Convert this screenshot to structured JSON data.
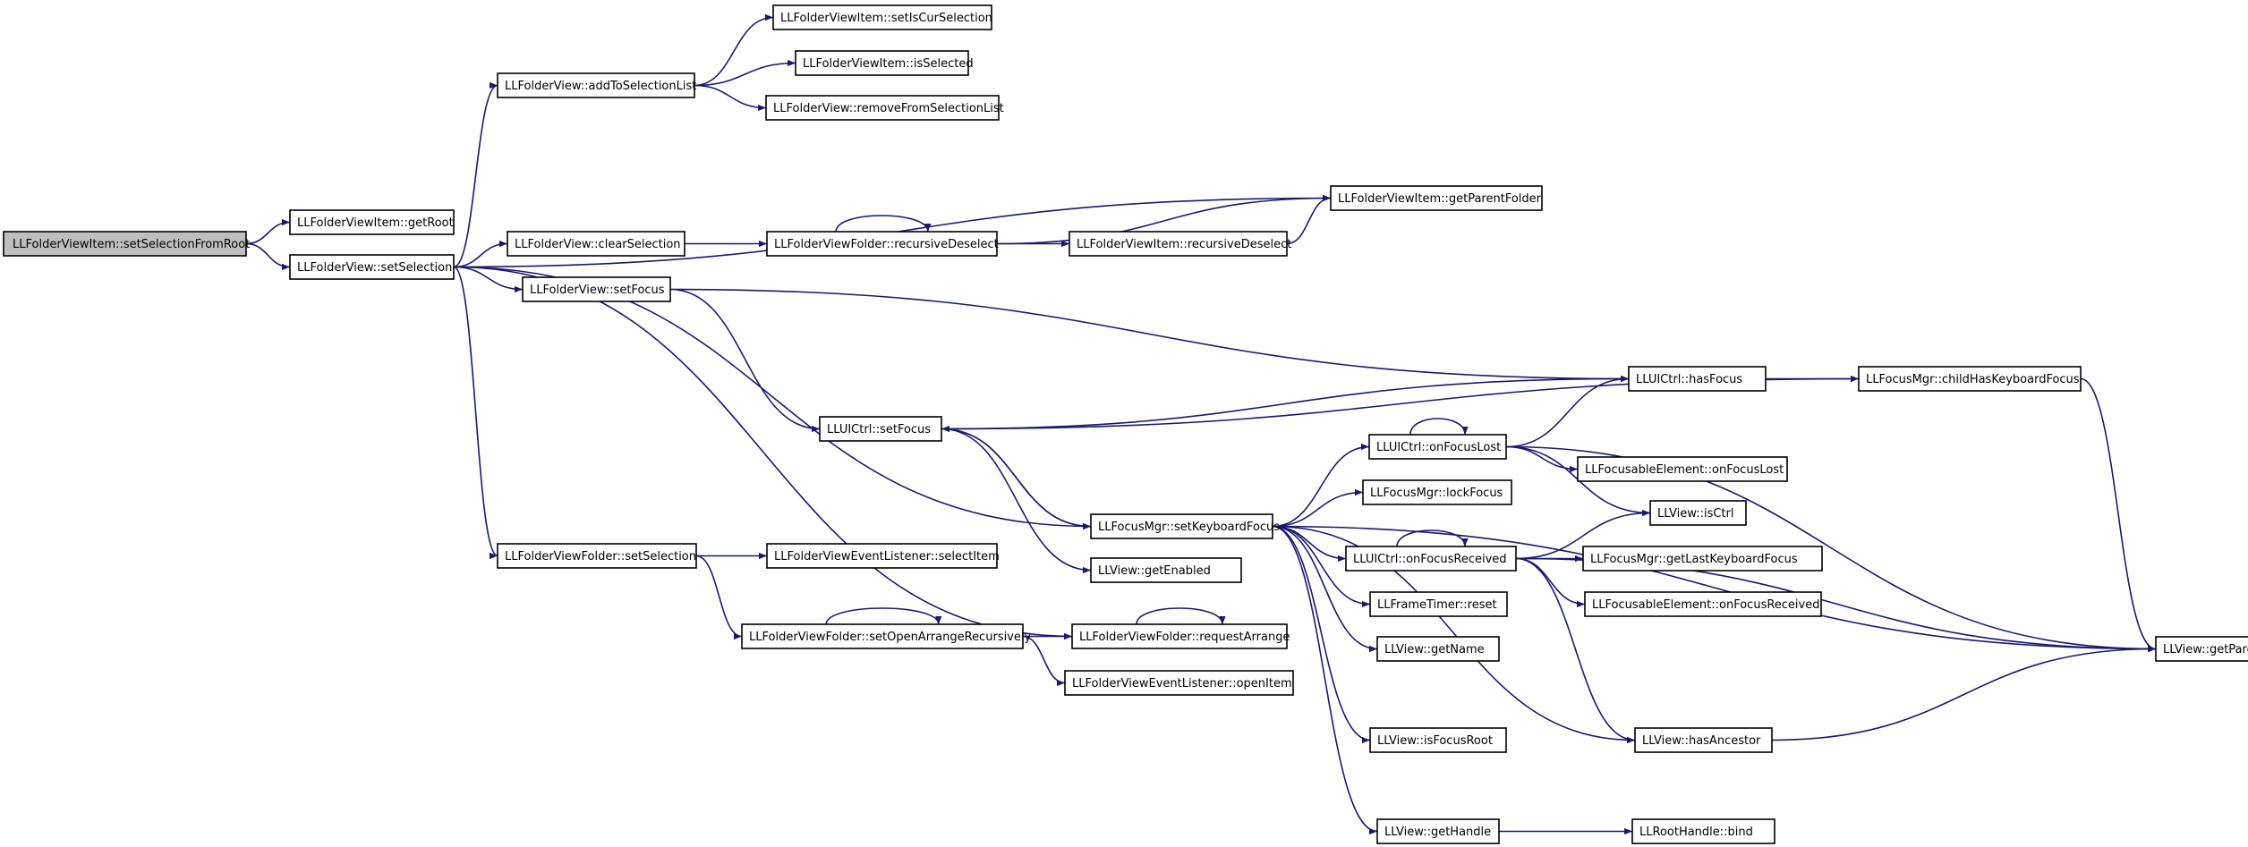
{
  "graph": {
    "nodes": [
      {
        "id": "n0",
        "label": "LLFolderViewItem::setSelectionFromRoot",
        "root": true
      },
      {
        "id": "n1",
        "label": "LLFolderViewItem::getRoot"
      },
      {
        "id": "n2",
        "label": "LLFolderView::setSelection"
      },
      {
        "id": "n3",
        "label": "LLFolderView::addToSelectionList"
      },
      {
        "id": "n4",
        "label": "LLFolderViewItem::setIsCurSelection"
      },
      {
        "id": "n5",
        "label": "LLFolderViewItem::isSelected"
      },
      {
        "id": "n6",
        "label": "LLFolderView::removeFromSelectionList"
      },
      {
        "id": "n7",
        "label": "LLFolderViewItem::getParentFolder"
      },
      {
        "id": "n8",
        "label": "LLFolderView::clearSelection"
      },
      {
        "id": "n9",
        "label": "LLFolderViewFolder::recursiveDeselect"
      },
      {
        "id": "n10",
        "label": "LLFolderViewItem::recursiveDeselect"
      },
      {
        "id": "n11",
        "label": "LLFolderView::setFocus"
      },
      {
        "id": "n12",
        "label": "LLUICtrl::hasFocus"
      },
      {
        "id": "n13",
        "label": "LLFocusMgr::childHasKeyboardFocus"
      },
      {
        "id": "n14",
        "label": "LLUICtrl::setFocus"
      },
      {
        "id": "n15",
        "label": "LLUICtrl::onFocusLost"
      },
      {
        "id": "n16",
        "label": "LLFocusableElement::onFocusLost"
      },
      {
        "id": "n17",
        "label": "LLFocusMgr::setKeyboardFocus"
      },
      {
        "id": "n18",
        "label": "LLFocusMgr::lockFocus"
      },
      {
        "id": "n19",
        "label": "LLView::isCtrl"
      },
      {
        "id": "n20",
        "label": "LLFolderViewFolder::setSelection"
      },
      {
        "id": "n21",
        "label": "LLFolderViewEventListener::selectItem"
      },
      {
        "id": "n22",
        "label": "LLView::getEnabled"
      },
      {
        "id": "n23",
        "label": "LLUICtrl::onFocusReceived"
      },
      {
        "id": "n24",
        "label": "LLFocusMgr::getLastKeyboardFocus"
      },
      {
        "id": "n25",
        "label": "LLFrameTimer::reset"
      },
      {
        "id": "n26",
        "label": "LLFocusableElement::onFocusReceived"
      },
      {
        "id": "n27",
        "label": "LLFolderViewFolder::setOpenArrangeRecursively"
      },
      {
        "id": "n28",
        "label": "LLFolderViewFolder::requestArrange"
      },
      {
        "id": "n29",
        "label": "LLView::getName"
      },
      {
        "id": "n30",
        "label": "LLView::getParent"
      },
      {
        "id": "n31",
        "label": "LLFolderViewEventListener::openItem"
      },
      {
        "id": "n32",
        "label": "LLView::isFocusRoot"
      },
      {
        "id": "n33",
        "label": "LLView::hasAncestor"
      },
      {
        "id": "n34",
        "label": "LLView::getHandle"
      },
      {
        "id": "n35",
        "label": "LLRootHandle::bind"
      }
    ],
    "edges": [
      [
        "n0",
        "n1"
      ],
      [
        "n0",
        "n2"
      ],
      [
        "n2",
        "n3"
      ],
      [
        "n2",
        "n7"
      ],
      [
        "n2",
        "n8"
      ],
      [
        "n2",
        "n11"
      ],
      [
        "n2",
        "n20"
      ],
      [
        "n2",
        "n28"
      ],
      [
        "n2",
        "n17"
      ],
      [
        "n3",
        "n4"
      ],
      [
        "n3",
        "n5"
      ],
      [
        "n3",
        "n6"
      ],
      [
        "n8",
        "n9"
      ],
      [
        "n9",
        "n9"
      ],
      [
        "n9",
        "n7"
      ],
      [
        "n9",
        "n10"
      ],
      [
        "n10",
        "n7"
      ],
      [
        "n11",
        "n12"
      ],
      [
        "n11",
        "n14"
      ],
      [
        "n14",
        "n12"
      ],
      [
        "n14",
        "n13"
      ],
      [
        "n14",
        "n17"
      ],
      [
        "n14",
        "n22"
      ],
      [
        "n12",
        "n13"
      ],
      [
        "n13",
        "n30"
      ],
      [
        "n17",
        "n14"
      ],
      [
        "n17",
        "n15"
      ],
      [
        "n17",
        "n18"
      ],
      [
        "n17",
        "n23"
      ],
      [
        "n17",
        "n25"
      ],
      [
        "n17",
        "n29"
      ],
      [
        "n17",
        "n30"
      ],
      [
        "n17",
        "n32"
      ],
      [
        "n17",
        "n33"
      ],
      [
        "n17",
        "n34"
      ],
      [
        "n15",
        "n15"
      ],
      [
        "n15",
        "n12"
      ],
      [
        "n15",
        "n16"
      ],
      [
        "n15",
        "n19"
      ],
      [
        "n15",
        "n30"
      ],
      [
        "n23",
        "n23"
      ],
      [
        "n23",
        "n19"
      ],
      [
        "n23",
        "n24"
      ],
      [
        "n23",
        "n26"
      ],
      [
        "n23",
        "n30"
      ],
      [
        "n23",
        "n33"
      ],
      [
        "n33",
        "n30"
      ],
      [
        "n34",
        "n35"
      ],
      [
        "n20",
        "n21"
      ],
      [
        "n20",
        "n27"
      ],
      [
        "n27",
        "n27"
      ],
      [
        "n27",
        "n28"
      ],
      [
        "n27",
        "n31"
      ],
      [
        "n28",
        "n28"
      ]
    ]
  }
}
